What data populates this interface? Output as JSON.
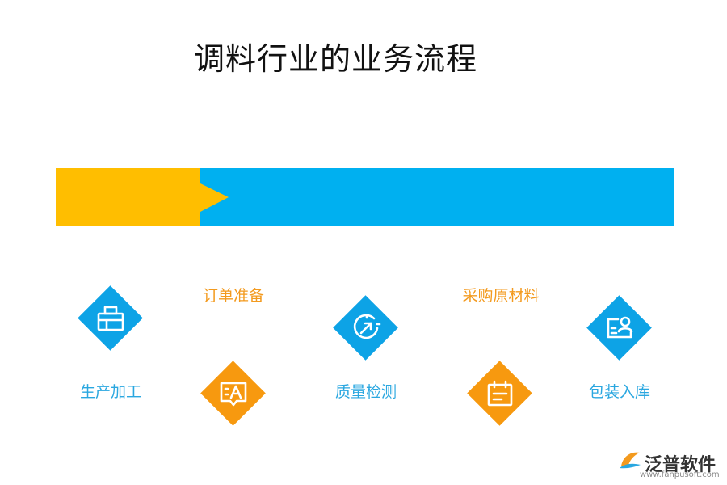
{
  "title": "调料行业的业务流程",
  "colors": {
    "orange": "#F7990F",
    "blue": "#0DA3E6",
    "banner_yellow": "#FFBE00",
    "banner_blue": "#00B0F0"
  },
  "steps": [
    {
      "label": "生产加工",
      "icon": "toolbox-icon",
      "color": "blue"
    },
    {
      "label": "订单准备",
      "icon": "chat-text-icon",
      "color": "orange"
    },
    {
      "label": "质量检测",
      "icon": "gauge-arrow-icon",
      "color": "blue"
    },
    {
      "label": "采购原材料",
      "icon": "calendar-icon",
      "color": "orange"
    },
    {
      "label": "包装入库",
      "icon": "id-card-icon",
      "color": "blue"
    }
  ],
  "logo": {
    "name": "泛普软件",
    "url": "www.fanpusoft.com"
  }
}
